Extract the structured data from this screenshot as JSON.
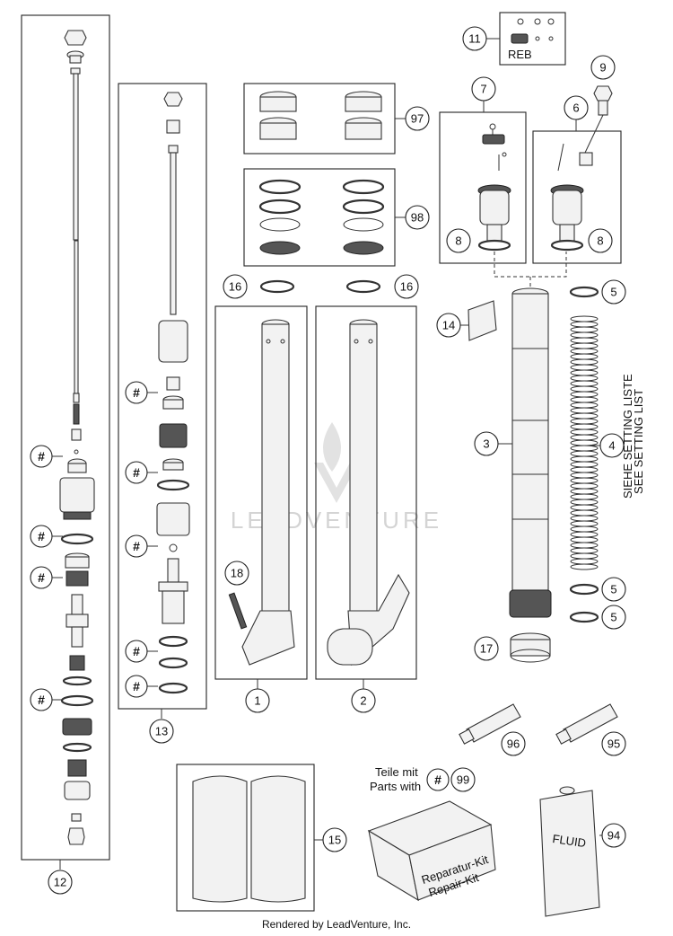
{
  "watermark": "LEADVENTURE",
  "footer": "Rendered by LeadVenture, Inc.",
  "reb_label": "REB",
  "setting_list": {
    "line1": "SIEHE SETTING LISTE",
    "line2": "SEE SETTING LIST"
  },
  "parts_with": {
    "line1": "Teile mit",
    "line2": "Parts with"
  },
  "kit_label": {
    "line1": "Reparatur-Kit",
    "line2": "Repair-Kit"
  },
  "fluid_label": "FLUID",
  "hash_symbol": "#",
  "callouts": {
    "c1": "1",
    "c2": "2",
    "c3": "3",
    "c4": "4",
    "c5a": "5",
    "c5b": "5",
    "c5c": "5",
    "c6": "6",
    "c7": "7",
    "c8a": "8",
    "c8b": "8",
    "c9": "9",
    "c11": "11",
    "c12": "12",
    "c13": "13",
    "c14": "14",
    "c15": "15",
    "c16a": "16",
    "c16b": "16",
    "c17": "17",
    "c18": "18",
    "c94": "94",
    "c95": "95",
    "c96": "96",
    "c97": "97",
    "c98": "98",
    "c99": "99"
  }
}
